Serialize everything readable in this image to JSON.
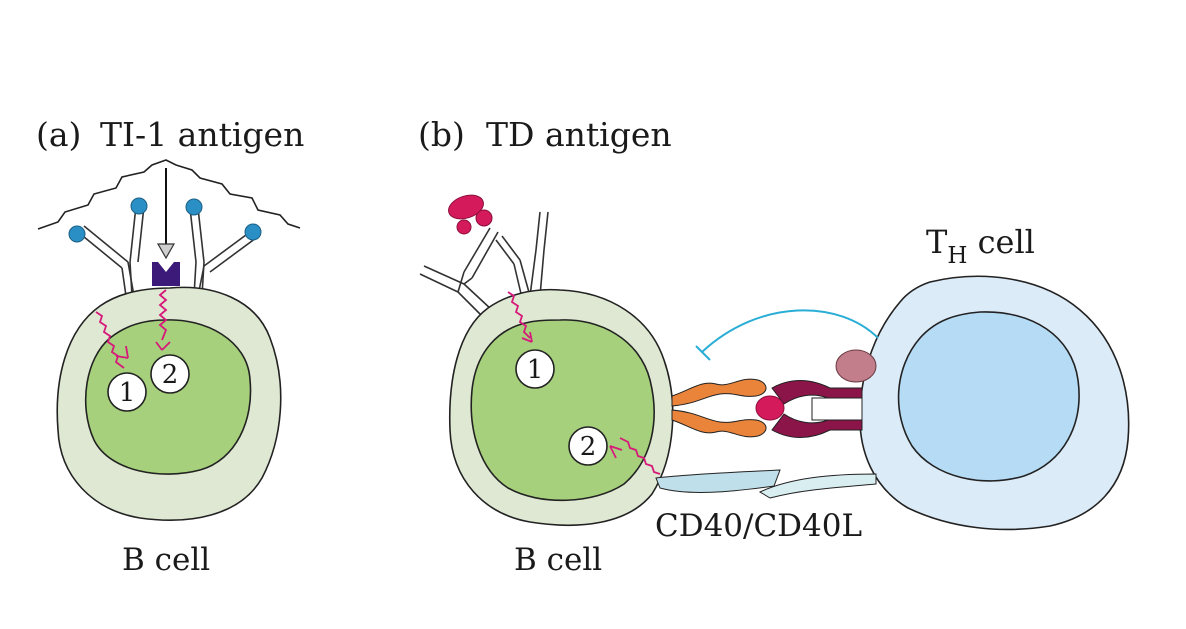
{
  "panel_a": {
    "letter": "(a)",
    "title": "TI-1 antigen",
    "cell_label": "B cell",
    "step_1": "1",
    "step_2": "2"
  },
  "panel_b": {
    "letter": "(b)",
    "title": "TD antigen",
    "cell_label": "B cell",
    "th_main": "T",
    "th_sub": "H",
    "th_rest": " cell",
    "interaction_label": "CD40/CD40L",
    "step_1": "1",
    "step_2": "2"
  },
  "colors": {
    "cell_outer": "#dfe8d2",
    "nucleus": "#a7d07d",
    "th_outer": "#dcebf8",
    "th_nucleus": "#b6dbf5",
    "signal": "#d6197a",
    "receptor_dot": "#2a8fc4",
    "antigen": "#d41a5b",
    "tlr": "#3b1a7a",
    "cd40": "#e9843a",
    "tcr": "#8b1548",
    "mhc": "#d41a5b",
    "cd40l": "#bfe0ea",
    "feedback": "#2aaed6",
    "th_blob": "#c27f8b"
  }
}
